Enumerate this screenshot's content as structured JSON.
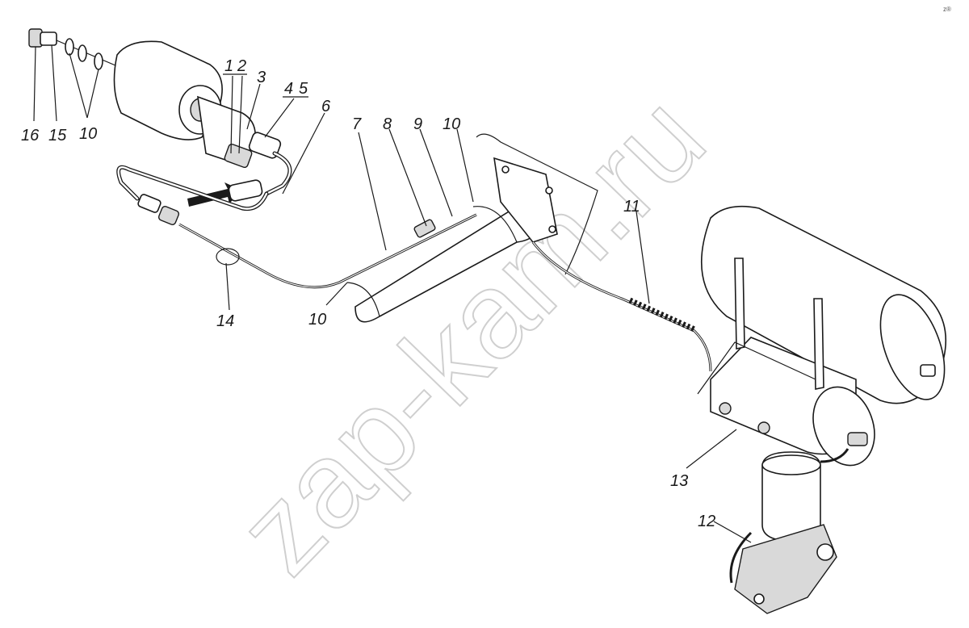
{
  "watermark": "zap-kam.ru",
  "corner_mark": "z®",
  "callouts": {
    "c1": "1",
    "c2": "2",
    "c3": "3",
    "c4": "4",
    "c5": "5",
    "c6": "6",
    "c7": "7",
    "c8": "8",
    "c9": "9",
    "c10_top": "10",
    "c10_mid": "10",
    "c10_bottom": "10",
    "c11": "11",
    "c12": "12",
    "c13": "13",
    "c14": "14",
    "c15": "15",
    "c16": "16"
  },
  "colors": {
    "ink": "#1a1a1a",
    "watermark": "#cfcfcf"
  }
}
